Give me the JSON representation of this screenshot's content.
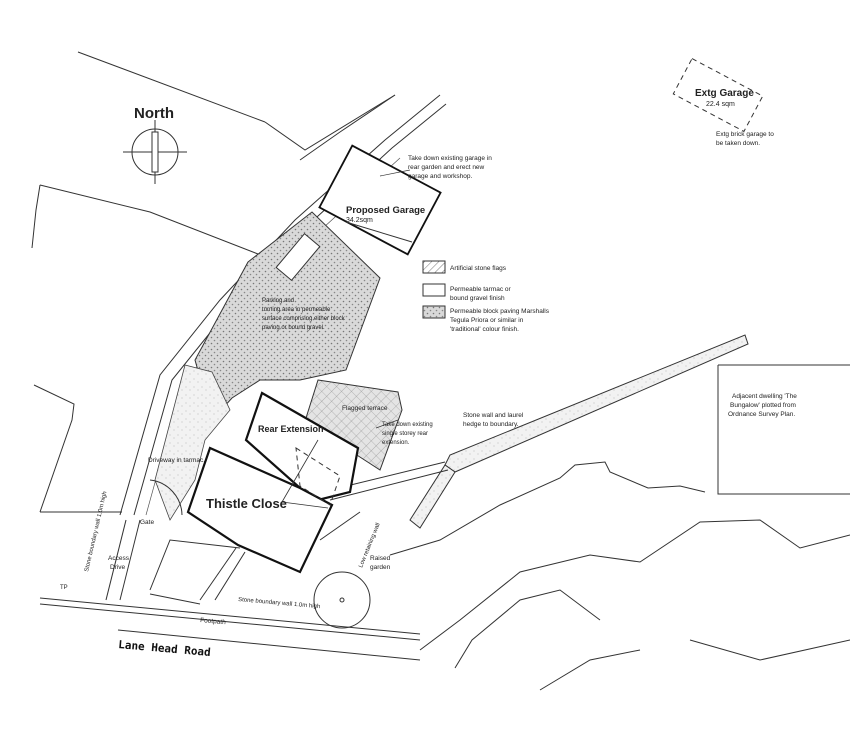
{
  "north": {
    "label": "North"
  },
  "existing_garage": {
    "title": "Extg Garage",
    "area": "22.4 sqm",
    "note_line1": "Extg brick garage to",
    "note_line2": "be taken down."
  },
  "proposed_garage": {
    "title": "Proposed Garage",
    "area": "34.2sqm"
  },
  "garage_note": [
    "Take down existing garage in",
    "rear garden and erect new",
    "garage and workshop."
  ],
  "legend": [
    {
      "pattern": "hatch",
      "lines": [
        "Artificial stone flags"
      ]
    },
    {
      "pattern": "plain",
      "lines": [
        "Permeable tarmac or",
        "bound gravel finish"
      ]
    },
    {
      "pattern": "stipple",
      "lines": [
        "Permeable block paving Marshalls",
        "Tegula Priora or similar in",
        "'traditional' colour finish."
      ]
    }
  ],
  "parking_note": [
    "Parking and",
    "turning area in permeable",
    "surface comprising either block",
    "paving or bound gravel."
  ],
  "flagged_terrace": "Flagged terrace",
  "rear_extension": "Rear Extension",
  "demolish_note": [
    "Take down existing",
    "single storey rear",
    "extension."
  ],
  "wall_note": [
    "Stone wall and laurel",
    "hedge to boundary."
  ],
  "adjacent_note": [
    "Adjacent dwelling 'The",
    "Bungalow' plotted from",
    "Ordnance Survey Plan."
  ],
  "driveway": "Driveway in tarmac.",
  "house_name": "Thistle Close",
  "gate": "Gate",
  "access": [
    "Access",
    "Drive"
  ],
  "tp": "TP",
  "boundary_left": "Stone boundary wall 1.0m high",
  "boundary_front": "Stone boundary wall 1.0m high",
  "retaining_wall": "Low retaining wall",
  "raised_garden": [
    "Raised",
    "garden"
  ],
  "footpath": "Footpath",
  "road_name": "Lane Head Road"
}
